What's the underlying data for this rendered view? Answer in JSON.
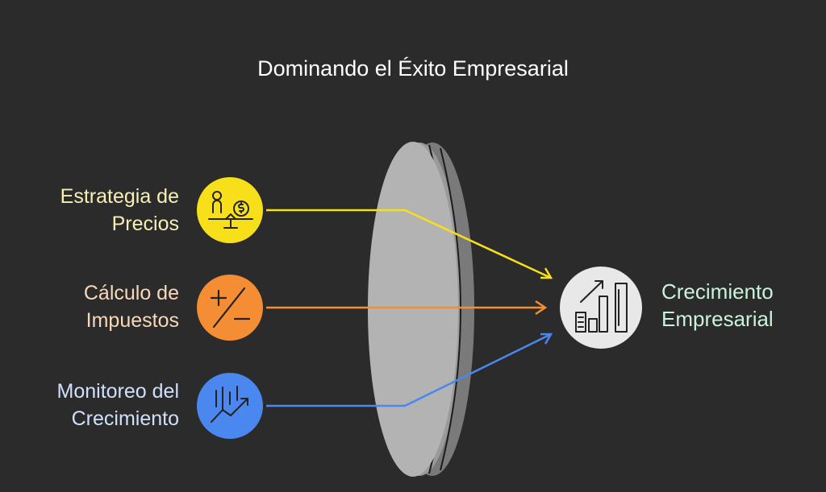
{
  "title": "Dominando el Éxito Empresarial",
  "inputs": [
    {
      "line1": "Estrategia de",
      "line2": "Precios",
      "color": "#f7e01a",
      "text_color": "#f7efb5",
      "icon": "balance-scale-money-icon"
    },
    {
      "line1": "Cálculo de",
      "line2": "Impuestos",
      "color": "#f58d34",
      "text_color": "#f8d8b8",
      "icon": "plus-minus-icon"
    },
    {
      "line1": "Monitoreo del",
      "line2": "Crecimiento",
      "color": "#4a87ef",
      "text_color": "#cfe0fb",
      "icon": "growth-chart-icon"
    }
  ],
  "output": {
    "line1": "Crecimiento",
    "line2": "Empresarial",
    "color": "#e8e8e8",
    "icon": "growth-bars-icon"
  }
}
